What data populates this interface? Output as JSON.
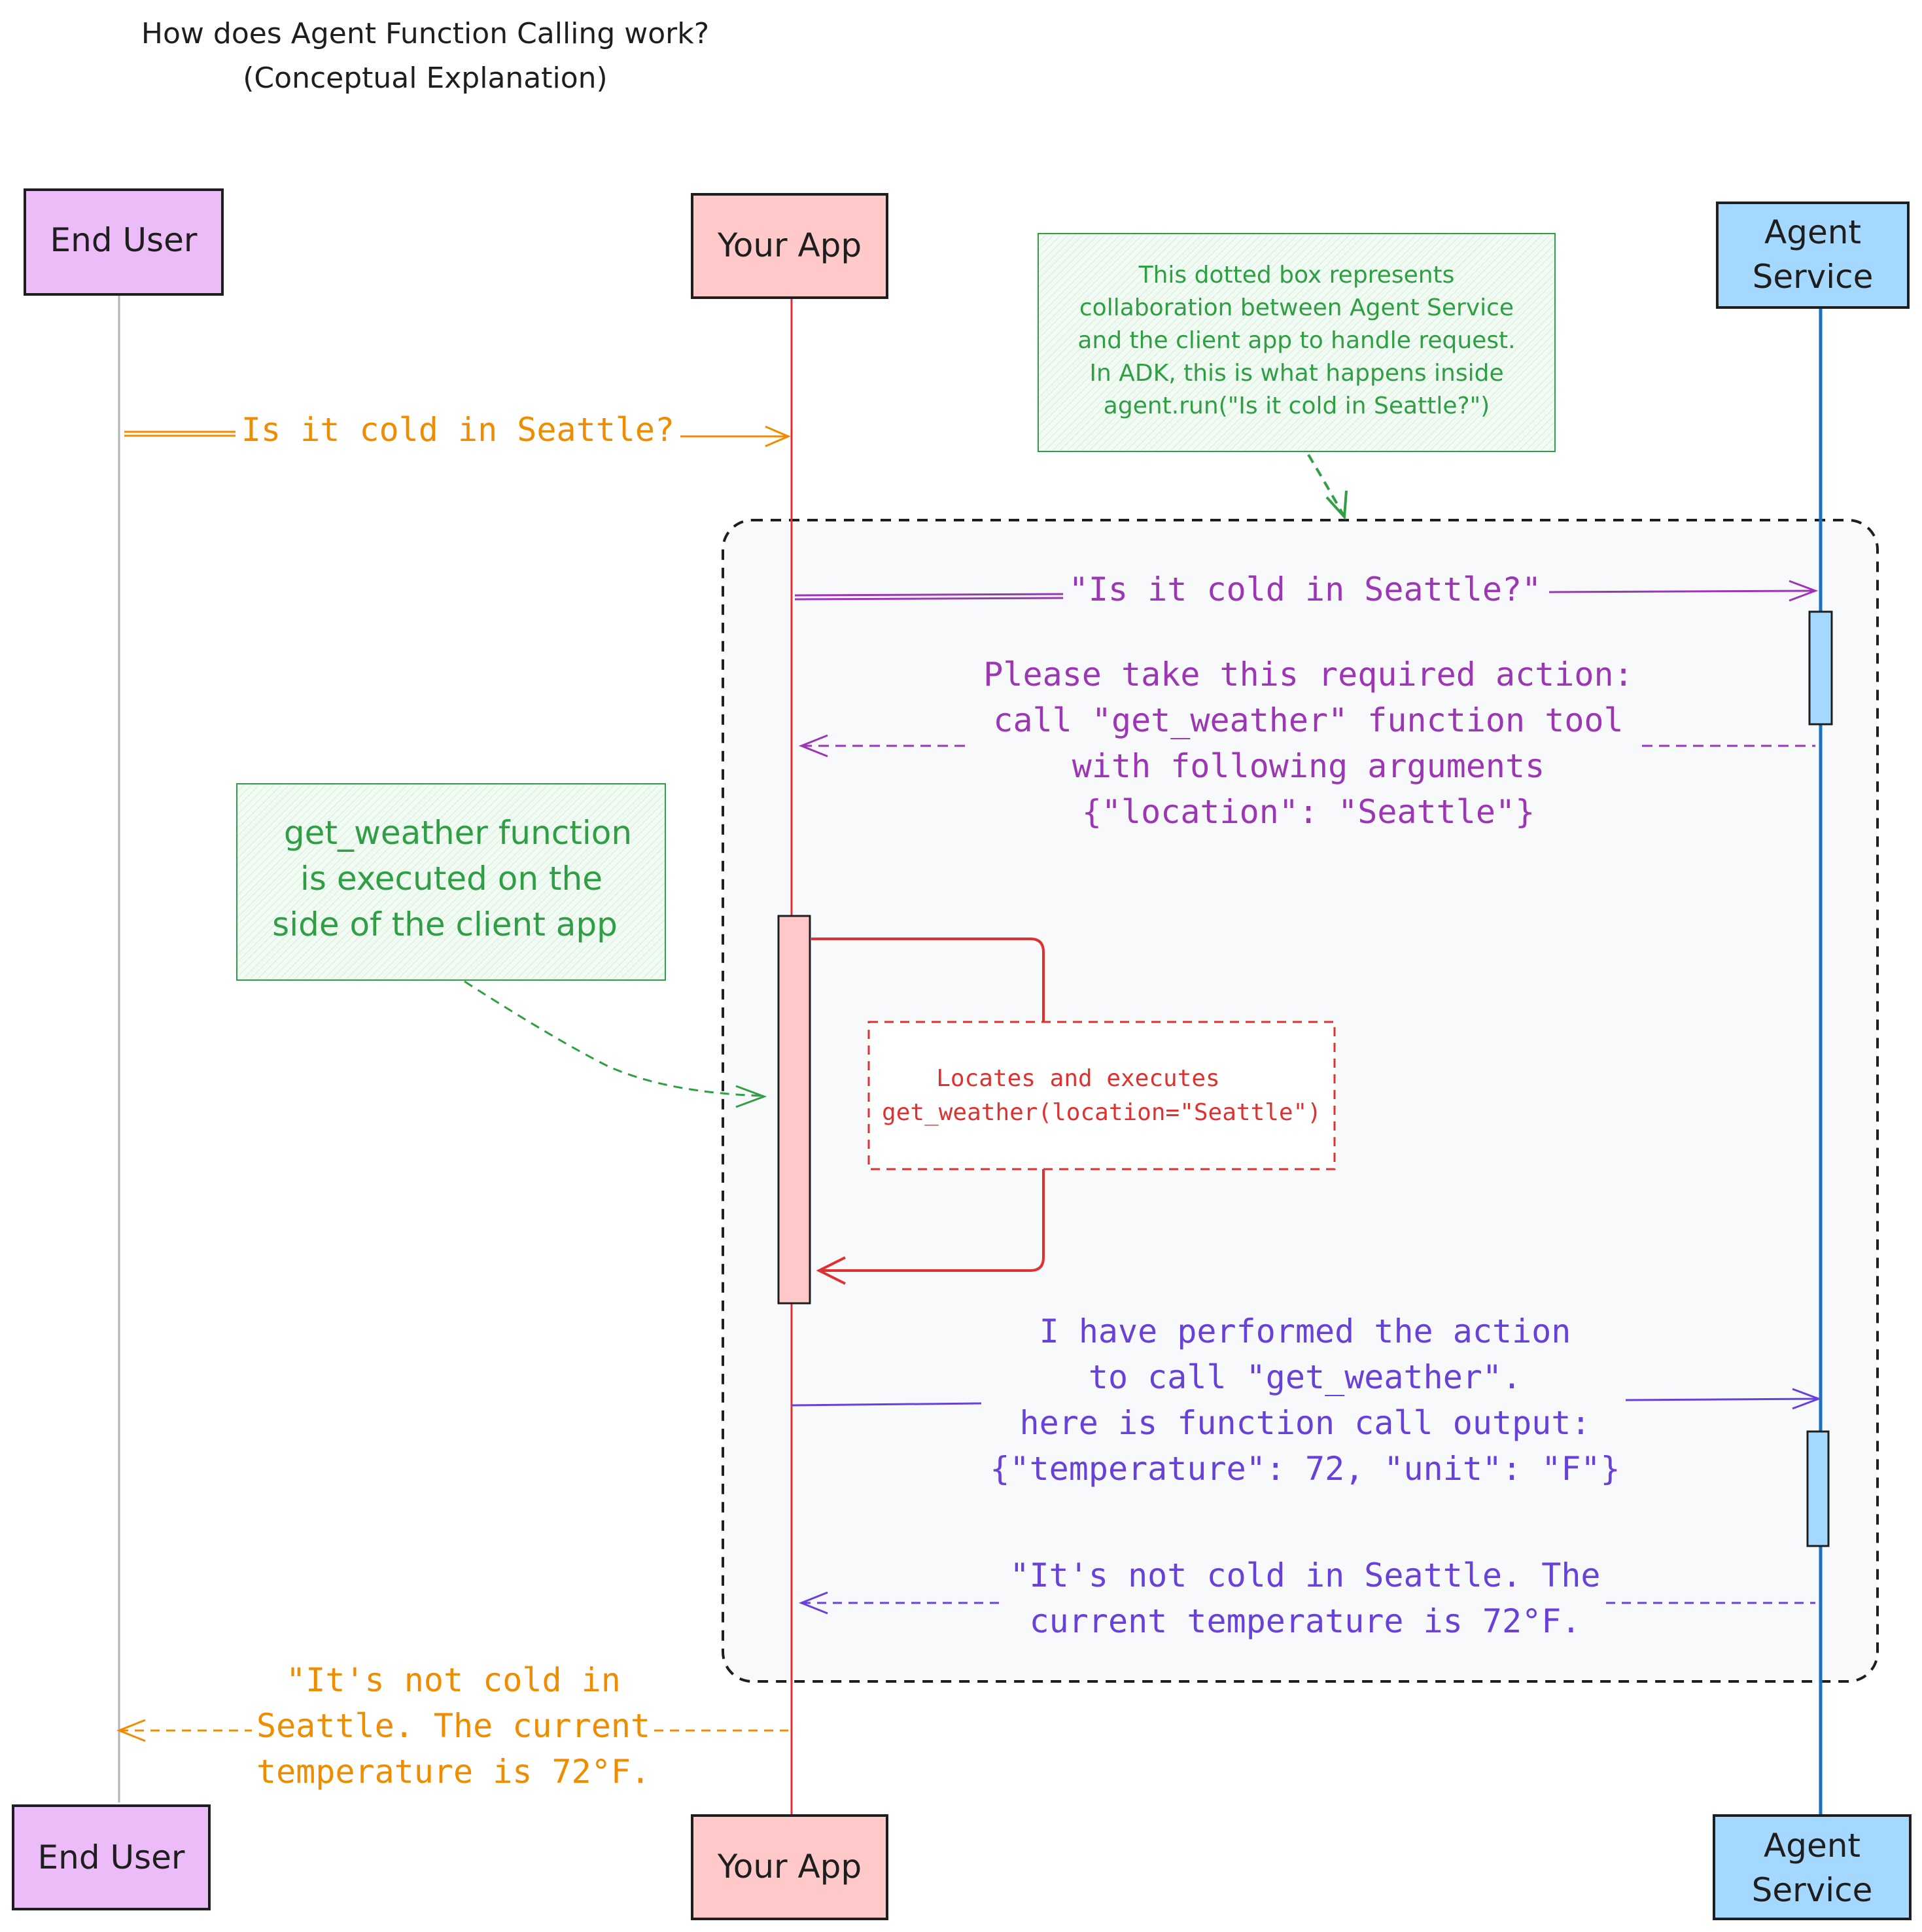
{
  "title": {
    "line1": "How does Agent Function Calling work?",
    "line2": "(Conceptual Explanation)"
  },
  "participants": {
    "end_user": "End User",
    "your_app": "Your App",
    "agent_service_line1": "Agent",
    "agent_service_line2": "Service"
  },
  "notes": {
    "collab": [
      "This dotted box represents",
      "collaboration between Agent Service",
      "and the client app to handle request.",
      "In ADK, this is what happens inside",
      "agent.run(\"Is it cold in Seattle?\")"
    ],
    "client_exec": [
      "get_weather function",
      "is executed on the",
      "side of the client app"
    ],
    "locates": [
      "Locates and executes",
      "get_weather(location=\"Seattle\")"
    ]
  },
  "messages": {
    "user_question": "Is it cold in Seattle?",
    "app_to_agent": "\"Is it cold in Seattle?\"",
    "required_action": [
      "Please take this required action:",
      "call \"get_weather\" function tool",
      "with following arguments",
      "{\"location\": \"Seattle\"}"
    ],
    "function_output": [
      "I have performed the action",
      "to call \"get_weather\".",
      "here is function call output:",
      "{\"temperature\": 72, \"unit\": \"F\"}"
    ],
    "agent_answer": [
      "\"It's not cold in Seattle. The",
      "current temperature is 72°F."
    ],
    "app_answer": [
      "\"It's not cold in",
      "Seattle. The current",
      "temperature is 72°F."
    ]
  },
  "colors": {
    "end_user_fill": "#ebbcf7",
    "your_app_fill": "#ffc9c9",
    "agent_fill": "#a5d8ff",
    "orange": "#f08c00",
    "purple": "#9c36b5",
    "violet": "#6741d9",
    "green": "#2f9e44",
    "red": "#e03131",
    "blue": "#1971c2"
  }
}
